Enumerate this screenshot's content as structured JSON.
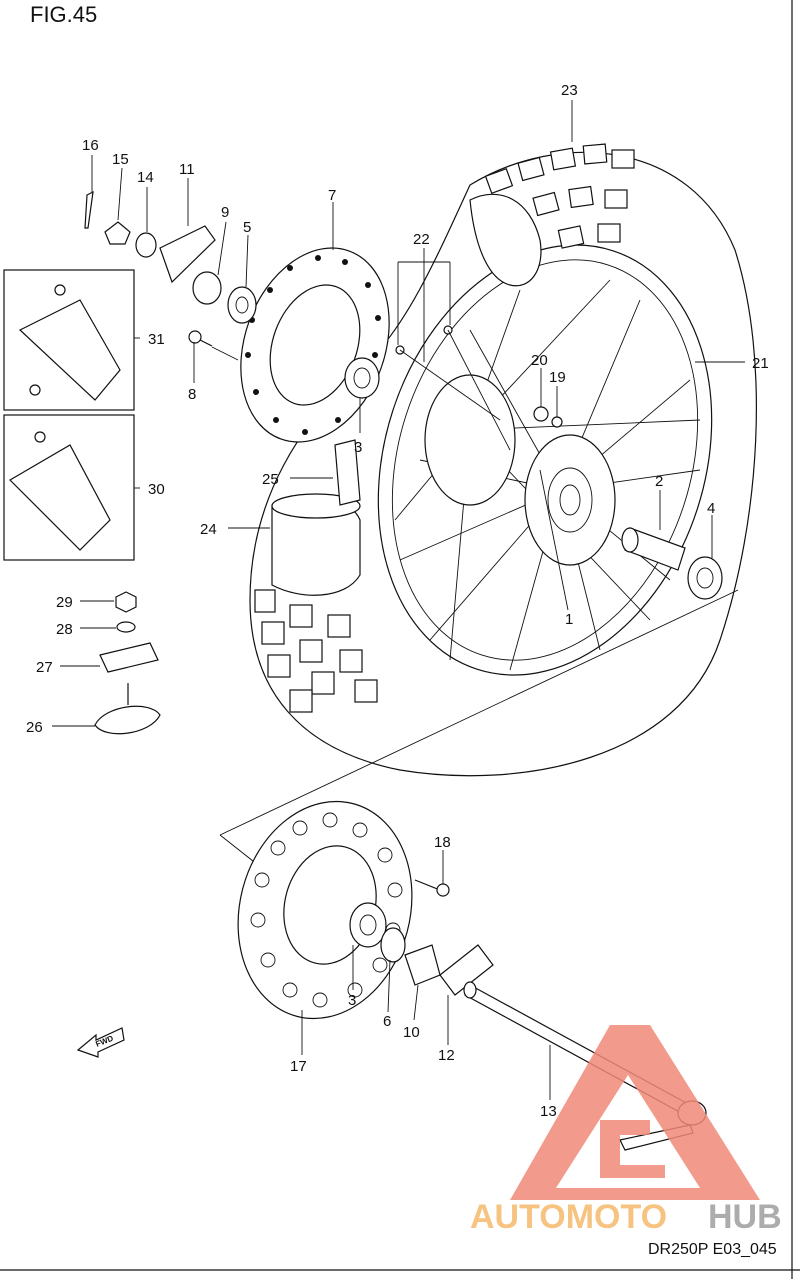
{
  "figure": {
    "title": "FIG.45",
    "code": "DR250P E03_045",
    "fwd_label": "FWD"
  },
  "callouts": [
    "1",
    "2",
    "3",
    "3",
    "4",
    "5",
    "6",
    "7",
    "8",
    "9",
    "10",
    "11",
    "12",
    "13",
    "14",
    "15",
    "16",
    "17",
    "18",
    "19",
    "20",
    "21",
    "22",
    "23",
    "24",
    "25",
    "26",
    "27",
    "28",
    "29",
    "30",
    "31"
  ],
  "watermark": {
    "brand_part1": "AUTOMOTO",
    "brand_part2": "HUB",
    "color_primary": "#f08a7a",
    "color_orange": "#f5b96a",
    "color_grey": "#9e9e9e"
  },
  "colors": {
    "line": "#111111",
    "background": "#ffffff"
  }
}
